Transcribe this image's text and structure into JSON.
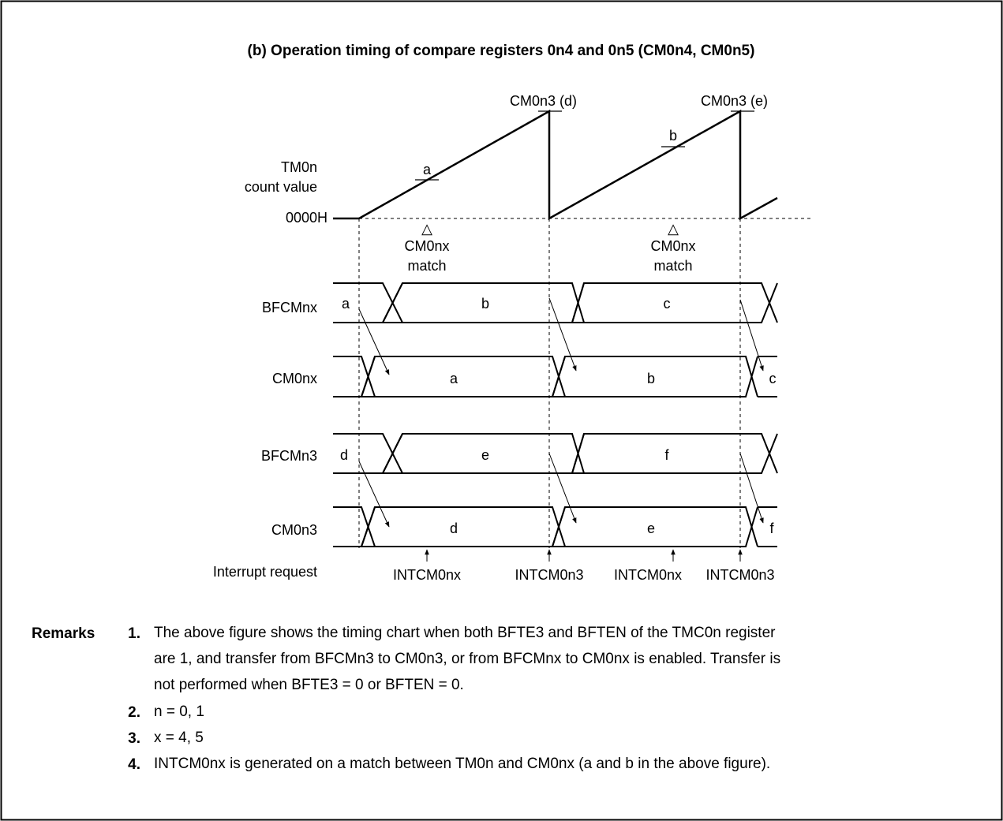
{
  "title": "(b)  Operation timing of compare registers 0n4 and 0n5 (CM0n4, CM0n5)",
  "counter": {
    "label_line1": "TM0n",
    "label_line2": "count value",
    "zero_label": "0000H",
    "peak1_label": "CM0n3 (d)",
    "peak2_label": "CM0n3 (e)",
    "ramp1_mark": "a",
    "ramp2_mark": "b",
    "match1_line1": "CM0nx",
    "match1_line2": "match",
    "match2_line1": "CM0nx",
    "match2_line2": "match",
    "match_marker": "△"
  },
  "signals": [
    {
      "name": "BFCMnx",
      "values": [
        "a",
        "b",
        "c"
      ]
    },
    {
      "name": "CM0nx",
      "values": [
        "a",
        "b",
        "c"
      ]
    },
    {
      "name": "BFCMn3",
      "values": [
        "d",
        "e",
        "f"
      ]
    },
    {
      "name": "CM0n3",
      "values": [
        "d",
        "e",
        "f"
      ]
    }
  ],
  "interrupt": {
    "label": "Interrupt request",
    "events": [
      "INTCM0nx",
      "INTCM0n3",
      "INTCM0nx",
      "INTCM0n3"
    ]
  },
  "remarks": {
    "label": "Remarks",
    "items": [
      {
        "num": "1.",
        "lines": [
          "The above figure shows the timing chart when both BFTE3 and BFTEN of the TMC0n register",
          "are 1, and transfer from BFCMn3 to CM0n3, or from BFCMnx to CM0nx is enabled.  Transfer is",
          "not performed when BFTE3 = 0 or BFTEN = 0."
        ]
      },
      {
        "num": "2.",
        "lines": [
          "n = 0, 1"
        ]
      },
      {
        "num": "3.",
        "lines": [
          "x = 4, 5"
        ]
      },
      {
        "num": "4.",
        "lines": [
          "INTCM0nx is generated on a match between TM0n and CM0nx (a and b in the above figure)."
        ]
      }
    ]
  }
}
